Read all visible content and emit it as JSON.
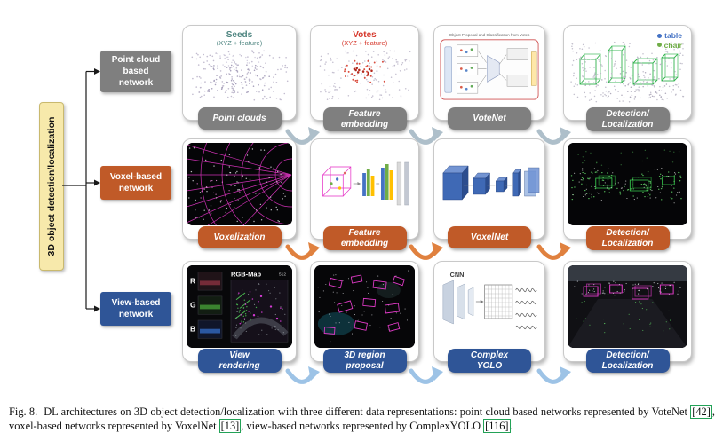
{
  "root_box": {
    "label": "3D object detection/localization",
    "bg": "#f7e9ab"
  },
  "rows": [
    {
      "network_label": "Point cloud\nbased\nnetwork",
      "color": "#7f7f7f",
      "arrow_color": "#aebfca",
      "panels": [
        {
          "label": "Point clouds"
        },
        {
          "label": "Feature\nembedding"
        },
        {
          "label": "VoteNet"
        },
        {
          "label": "Detection/\nLocalization"
        }
      ],
      "annotations": {
        "seeds_title": "Seeds",
        "seeds_subtitle": "(XYZ + feature)",
        "seeds_color": "#4e8580",
        "votes_title": "Votes",
        "votes_subtitle": "(XYZ + feature)",
        "votes_color": "#d6382c",
        "votenet_title": "Object Proposal and Classification from Votes",
        "legend": [
          {
            "label": "table",
            "color": "#4472c4"
          },
          {
            "label": "chair",
            "color": "#70ad47"
          }
        ]
      }
    },
    {
      "network_label": "Voxel-based\nnetwork",
      "color": "#c05a28",
      "arrow_color": "#e0813f",
      "panels": [
        {
          "label": "Voxelization"
        },
        {
          "label": "Feature\nembedding"
        },
        {
          "label": "VoxelNet"
        },
        {
          "label": "Detection/\nLocalization"
        }
      ]
    },
    {
      "network_label": "View-based\nnetwork",
      "color": "#2f5597",
      "arrow_color": "#9dc3e6",
      "panels": [
        {
          "label": "View\nrendering"
        },
        {
          "label": "3D region\nproposal"
        },
        {
          "label": "Complex\nYOLO"
        },
        {
          "label": "Detection/\nLocalization"
        }
      ],
      "annotations": {
        "channel_r": "R",
        "channel_g": "G",
        "channel_b": "B",
        "rgb_map_label": "RGB-Map",
        "map_size": "512",
        "cnn_label": "CNN"
      }
    }
  ],
  "caption": {
    "fig_label": "Fig. 8.",
    "parts": [
      {
        "text": "DL architectures on 3D object detection/localization with three different data representations: point cloud based networks represented by VoteNet "
      },
      {
        "ref": "[42]"
      },
      {
        "text": ", voxel-based networks represented by VoxelNet "
      },
      {
        "ref": "[13]"
      },
      {
        "text": ", view-based networks represented by ComplexYOLO "
      },
      {
        "ref": "[116]"
      },
      {
        "text": "."
      }
    ]
  }
}
